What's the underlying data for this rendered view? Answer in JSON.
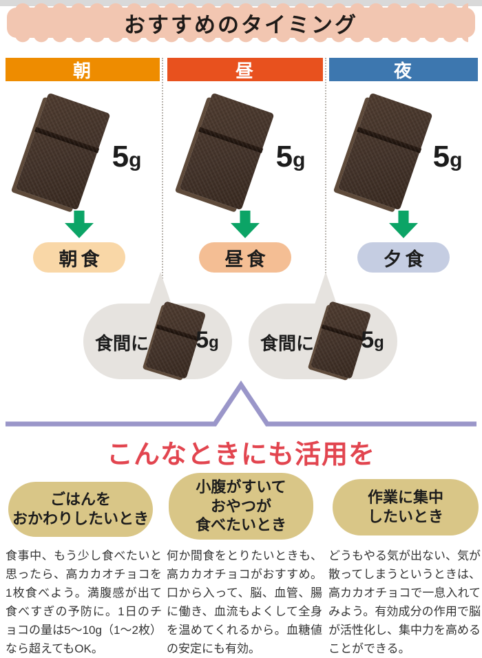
{
  "banner": {
    "title": "おすすめのタイミング"
  },
  "columns": [
    {
      "label": "朝",
      "amount": "5",
      "unit": "g",
      "meal": "朝食",
      "header_color": "#EE8C00",
      "meal_bg": "#F9D7A7"
    },
    {
      "label": "昼",
      "amount": "5",
      "unit": "g",
      "meal": "昼食",
      "header_color": "#E8511E",
      "meal_bg": "#F4BE94"
    },
    {
      "label": "夜",
      "amount": "5",
      "unit": "g",
      "meal": "夕食",
      "header_color": "#3D77AF",
      "meal_bg": "#C5CDE2"
    }
  ],
  "between_meals": [
    {
      "label": "食間に",
      "amount": "5",
      "unit": "g"
    },
    {
      "label": "食間に",
      "amount": "5",
      "unit": "g"
    }
  ],
  "section2": {
    "heading": "こんなときにも活用を",
    "items": [
      {
        "title_lines": [
          "ごはんを",
          "おかわりしたいとき"
        ],
        "body": "食事中、もう少し食べたいと思ったら、高カカオチョコを1枚食べよう。満腹感が出て食べすぎの予防に。1日のチョコの量は5〜10g（1〜2枚）なら超えてもOK。"
      },
      {
        "title_lines": [
          "小腹がすいて",
          "おやつが",
          "食べたいとき"
        ],
        "body": "何か間食をとりたいときも、高カカオチョコがおすすめ。口から入って、脳、血管、腸に働き、血流もよくして全身を温めてくれるから。血糖値の安定にも有効。"
      },
      {
        "title_lines": [
          "作業に集中",
          "したいとき"
        ],
        "body": "どうもやる気が出ない、気が散ってしまうというときは、高カカオチョコで一息入れてみよう。有効成分の作用で脳が活性化し、集中力を高めることができる。"
      }
    ]
  },
  "colors": {
    "banner_bg": "#F2C6B1",
    "header_morning": "#EE8C00",
    "header_noon": "#E8511E",
    "header_night": "#3D77AF",
    "arrow_green": "#0CA466",
    "breakfast_pill_bg": "#F9D7A7",
    "lunch_pill_bg": "#F4BE94",
    "dinner_pill_bg": "#C5CDE2",
    "bubble_bg": "#E6E3DF",
    "brace_purple": "#9A96C9",
    "heading_red": "#E2454F",
    "usage_pill_bg": "#D9C687",
    "chocolate_brown": "#43332A"
  }
}
